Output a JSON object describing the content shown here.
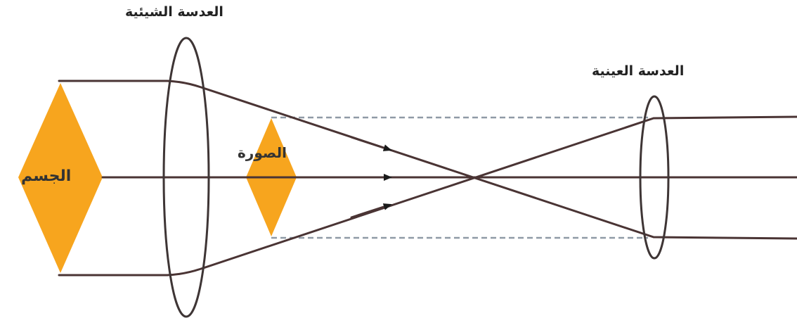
{
  "labels": {
    "objective_lens": "العدسة الشيئية",
    "eyepiece_lens": "العدسة العينية",
    "object": "الجسم",
    "image": "الصورة"
  },
  "colors": {
    "object_fill": "#f7a51e",
    "ray": "#4a3434",
    "dashed_ray": "#8f9aa6",
    "lens": "#3e3535",
    "background": "#ffffff"
  }
}
